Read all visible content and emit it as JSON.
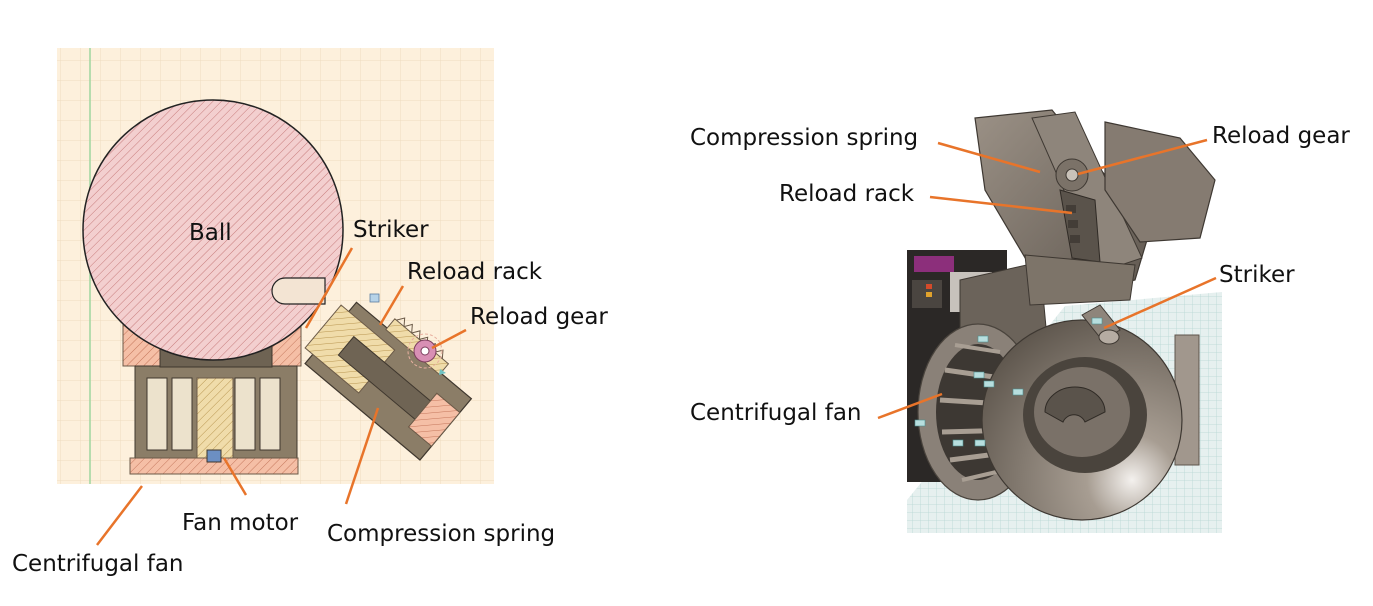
{
  "left_view": {
    "labels": {
      "ball": "Ball",
      "striker": "Striker",
      "reload_rack": "Reload rack",
      "reload_gear": "Reload gear",
      "fan_motor": "Fan motor",
      "compression_spring": "Compression spring",
      "centrifugal_fan": "Centrifugal fan"
    }
  },
  "right_view": {
    "labels": {
      "compression_spring": "Compression spring",
      "reload_gear": "Reload gear",
      "reload_rack": "Reload rack",
      "striker": "Striker",
      "centrifugal_fan": "Centrifugal fan"
    }
  },
  "colors": {
    "leader_line": "#e8742a",
    "grid_bg": "#fdf0dc",
    "ball_fill": "#f1c9c9",
    "part_brown": "#8b7d67",
    "part_tan": "#eed8a6",
    "part_salmon": "#f2b49c",
    "cad_gray": "#7d7469"
  }
}
